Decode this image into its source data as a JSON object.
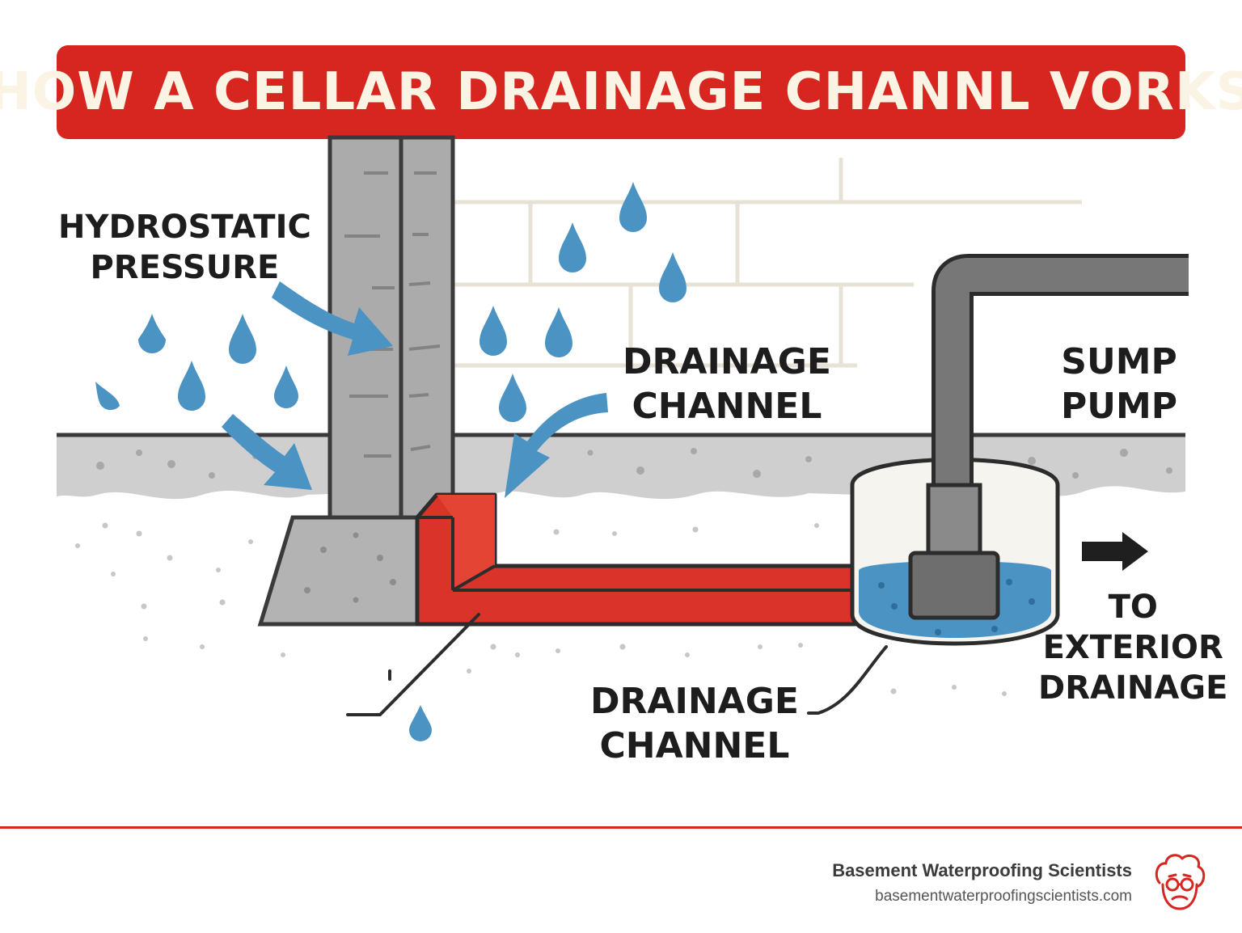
{
  "title": "HOW A CELLAR DRAINAGE CHANNL VORKS",
  "labels": {
    "hydrostatic": [
      "HYDROSTATIC",
      "PRESSURE"
    ],
    "drainage_upper": [
      "DRAINAGE",
      "CHANNEL"
    ],
    "sump": [
      "SUMP",
      "PUMP"
    ],
    "drainage_lower": [
      "DRAINAGE",
      "CHANNEL"
    ],
    "exterior": [
      "TO",
      "EXTERIOR",
      "DRAINAGE"
    ]
  },
  "footer": {
    "brand": "Basement Waterproofing Scientists",
    "url": "basementwaterproofingscientists.com"
  },
  "colors": {
    "accent_red": "#d7261f",
    "water_blue": "#4a93c3",
    "concrete": "#b8b8b8",
    "pipe": "#6f6f6f"
  }
}
